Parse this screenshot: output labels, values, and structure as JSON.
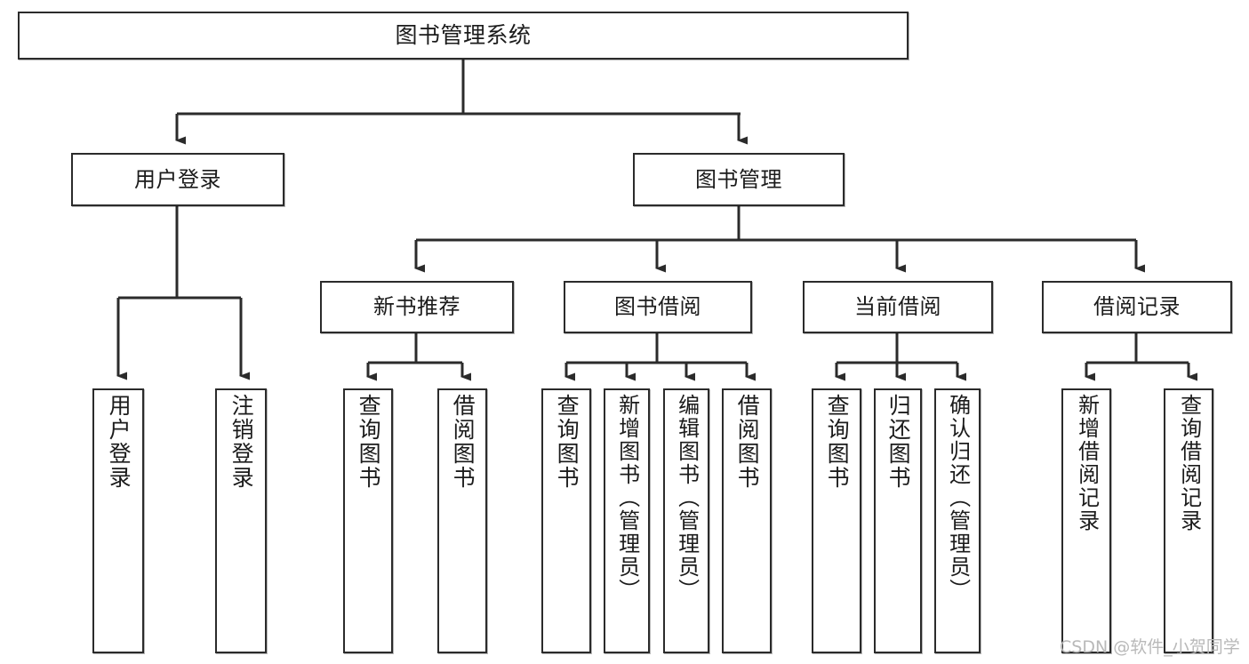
{
  "diagram": {
    "title": "图书管理系统",
    "type": "tree",
    "colors": {
      "border": "#2b2b2b",
      "background": "#ffffff",
      "text": "#1b1b1b",
      "connector": "#2b2b2b",
      "watermark": "#b9b9b9"
    },
    "watermark": "CSDN @软件_小贺同学",
    "root": {
      "label": "图书管理系统"
    },
    "level2": [
      {
        "label": "用户登录"
      },
      {
        "label": "图书管理"
      }
    ],
    "level3": [
      {
        "label": "新书推荐"
      },
      {
        "label": "图书借阅"
      },
      {
        "label": "当前借阅"
      },
      {
        "label": "借阅记录"
      }
    ],
    "leaves": {
      "user_login": [
        {
          "label": "用户登录"
        },
        {
          "label": "注销登录"
        }
      ],
      "new_book": [
        {
          "label": "查询图书"
        },
        {
          "label": "借阅图书"
        }
      ],
      "borrow": [
        {
          "label": "查询图书"
        },
        {
          "label": "新增图书（管理员）"
        },
        {
          "label": "编辑图书（管理员）"
        },
        {
          "label": "借阅图书"
        }
      ],
      "current": [
        {
          "label": "查询图书"
        },
        {
          "label": "归还图书"
        },
        {
          "label": "确认归还（管理员）"
        }
      ],
      "records": [
        {
          "label": "新增借阅记录"
        },
        {
          "label": "查询借阅记录"
        }
      ]
    }
  }
}
